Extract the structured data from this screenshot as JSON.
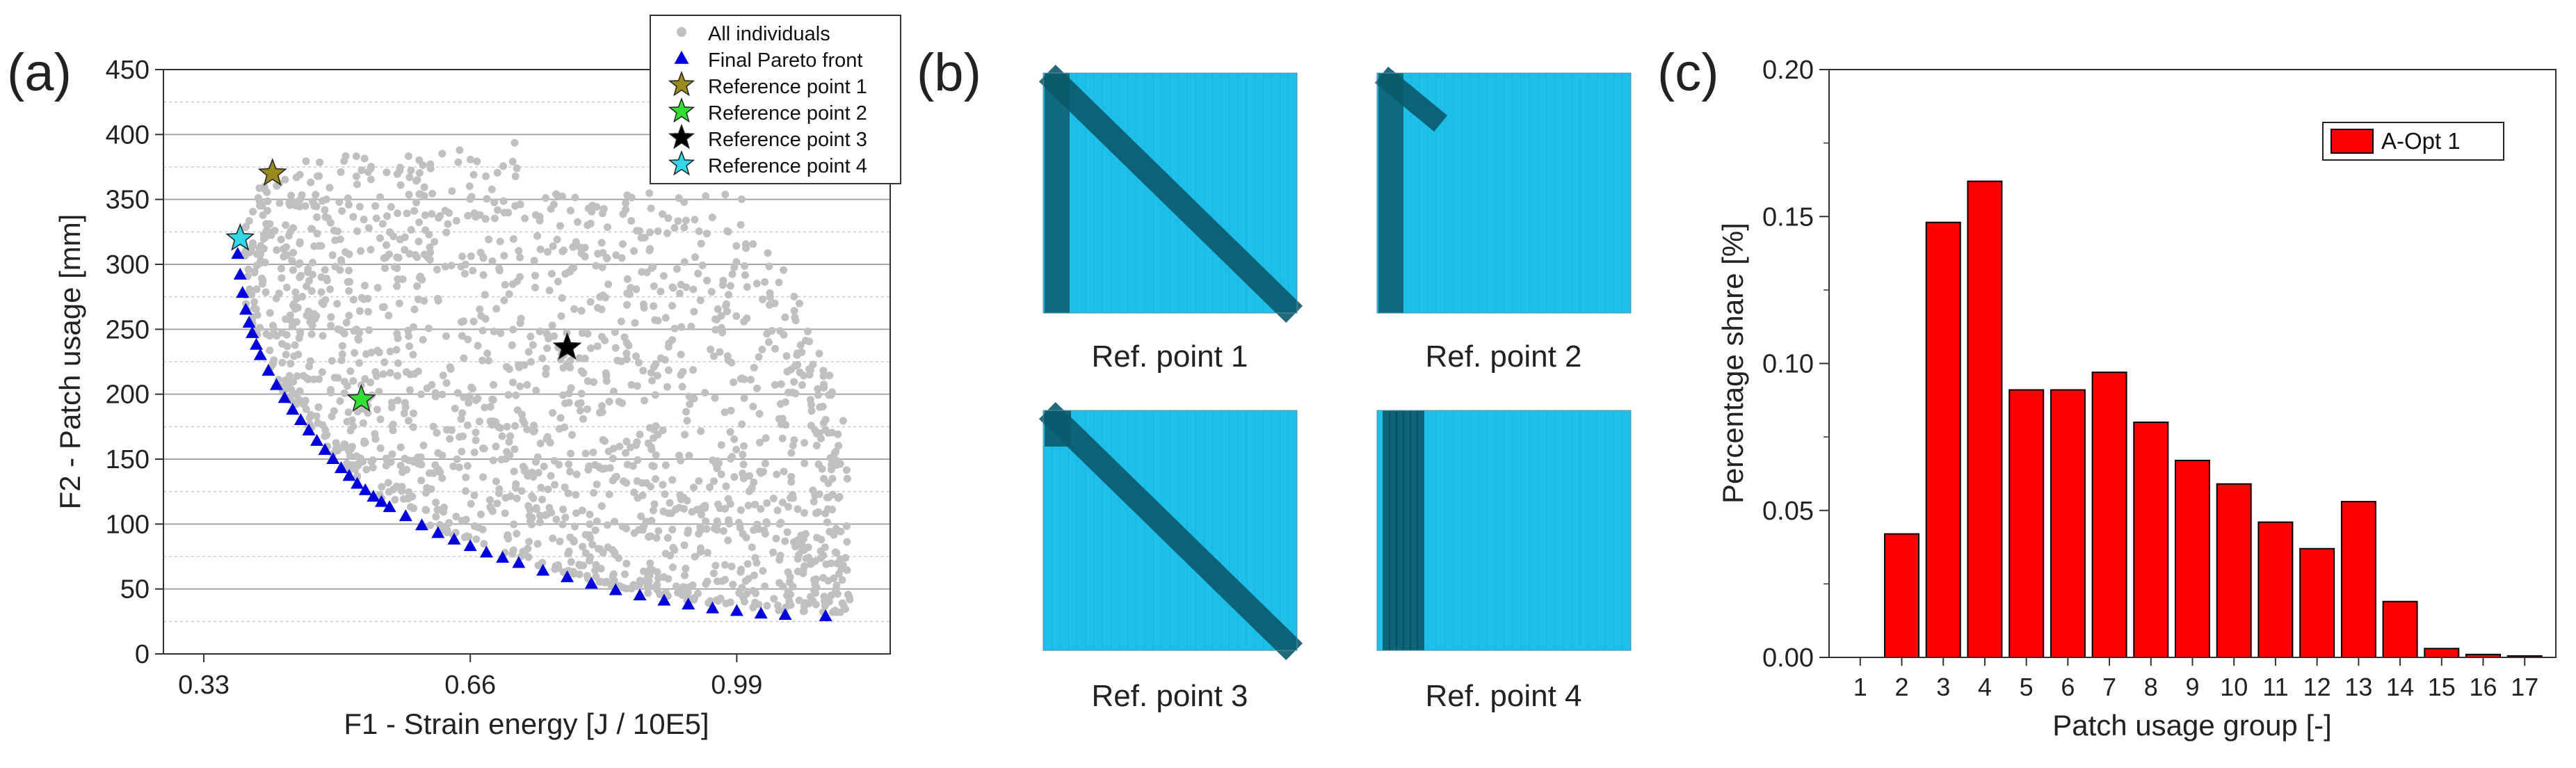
{
  "panels": {
    "a": {
      "letter": "(a)"
    },
    "b": {
      "letter": "(b)"
    },
    "c": {
      "letter": "(c)"
    }
  },
  "colors": {
    "all_individuals": "#c0c0c0",
    "pareto": "#0000dd",
    "ref1": "#9a8a1e",
    "ref2": "#33dd33",
    "ref3": "#000000",
    "ref4": "#33d6e6",
    "plate": "#1ec0ea",
    "patch": "#0b5a6c",
    "bar": "#ff0000"
  },
  "chart_data": [
    {
      "type": "scatter",
      "panel": "a",
      "xlabel": "F1 - Strain energy [J / 10E5]",
      "ylabel": "F2 - Patch usage [mm]",
      "xlim": [
        0.28,
        1.18
      ],
      "ylim": [
        0,
        450
      ],
      "xticks": [
        0.33,
        0.66,
        0.99
      ],
      "xtick_labels": [
        "0.33",
        "0.66",
        "0.99"
      ],
      "yticks": [
        0,
        50,
        100,
        150,
        200,
        250,
        300,
        350,
        400,
        450
      ],
      "grid": true,
      "legend_position": "top-right",
      "legend": [
        "All individuals",
        "Final Pareto front",
        "Reference point 1",
        "Reference point 2",
        "Reference point 3",
        "Reference point 4"
      ],
      "series": [
        {
          "name": "Final Pareto front",
          "marker": "triangle",
          "x": [
            0.372,
            0.375,
            0.378,
            0.382,
            0.386,
            0.39,
            0.395,
            0.4,
            0.41,
            0.42,
            0.43,
            0.44,
            0.45,
            0.46,
            0.47,
            0.48,
            0.49,
            0.5,
            0.51,
            0.52,
            0.53,
            0.54,
            0.55,
            0.56,
            0.58,
            0.6,
            0.62,
            0.64,
            0.66,
            0.68,
            0.7,
            0.72,
            0.75,
            0.78,
            0.81,
            0.84,
            0.87,
            0.9,
            0.93,
            0.96,
            0.99,
            1.02,
            1.05,
            1.1
          ],
          "y": [
            308,
            292,
            278,
            265,
            255,
            247,
            238,
            230,
            218,
            207,
            197,
            188,
            180,
            172,
            164,
            157,
            150,
            143,
            137,
            131,
            126,
            121,
            117,
            113,
            106,
            99,
            93,
            88,
            83,
            78,
            74,
            70,
            64,
            59,
            54,
            49,
            45,
            41,
            38,
            35,
            33,
            31,
            30,
            29
          ]
        },
        {
          "name": "Reference point 1",
          "marker": "star",
          "x": [
            0.415
          ],
          "y": [
            370
          ]
        },
        {
          "name": "Reference point 2",
          "marker": "star",
          "x": [
            0.525
          ],
          "y": [
            196
          ]
        },
        {
          "name": "Reference point 3",
          "marker": "star",
          "x": [
            0.78
          ],
          "y": [
            236
          ]
        },
        {
          "name": "Reference point 4",
          "marker": "star",
          "x": [
            0.375
          ],
          "y": [
            320
          ]
        }
      ]
    },
    {
      "type": "heatmap",
      "panel": "b",
      "plates": [
        {
          "label": "Ref. point 1",
          "patterns": [
            "left-strip",
            "full-diagonal"
          ]
        },
        {
          "label": "Ref. point 2",
          "patterns": [
            "left-strip",
            "short-diagonal"
          ]
        },
        {
          "label": "Ref. point 3",
          "patterns": [
            "corner-block",
            "full-diagonal"
          ]
        },
        {
          "label": "Ref. point 4",
          "patterns": [
            "wide-left-strip"
          ]
        }
      ]
    },
    {
      "type": "bar",
      "panel": "c",
      "xlabel": "Patch usage group [-]",
      "ylabel": "Percentage share [%]",
      "ylim": [
        0,
        0.2
      ],
      "yticks": [
        0.0,
        0.05,
        0.1,
        0.15,
        0.2
      ],
      "ytick_labels": [
        "0.00",
        "0.05",
        "0.10",
        "0.15",
        "0.20"
      ],
      "categories": [
        "1",
        "2",
        "3",
        "4",
        "5",
        "6",
        "7",
        "8",
        "9",
        "10",
        "11",
        "12",
        "13",
        "14",
        "15",
        "16",
        "17"
      ],
      "legend_position": "top-right",
      "series": [
        {
          "name": "A-Opt 1",
          "values": [
            0.0,
            0.042,
            0.148,
            0.162,
            0.091,
            0.091,
            0.097,
            0.08,
            0.067,
            0.059,
            0.046,
            0.037,
            0.053,
            0.019,
            0.003,
            0.001,
            0.0005
          ]
        }
      ]
    }
  ]
}
